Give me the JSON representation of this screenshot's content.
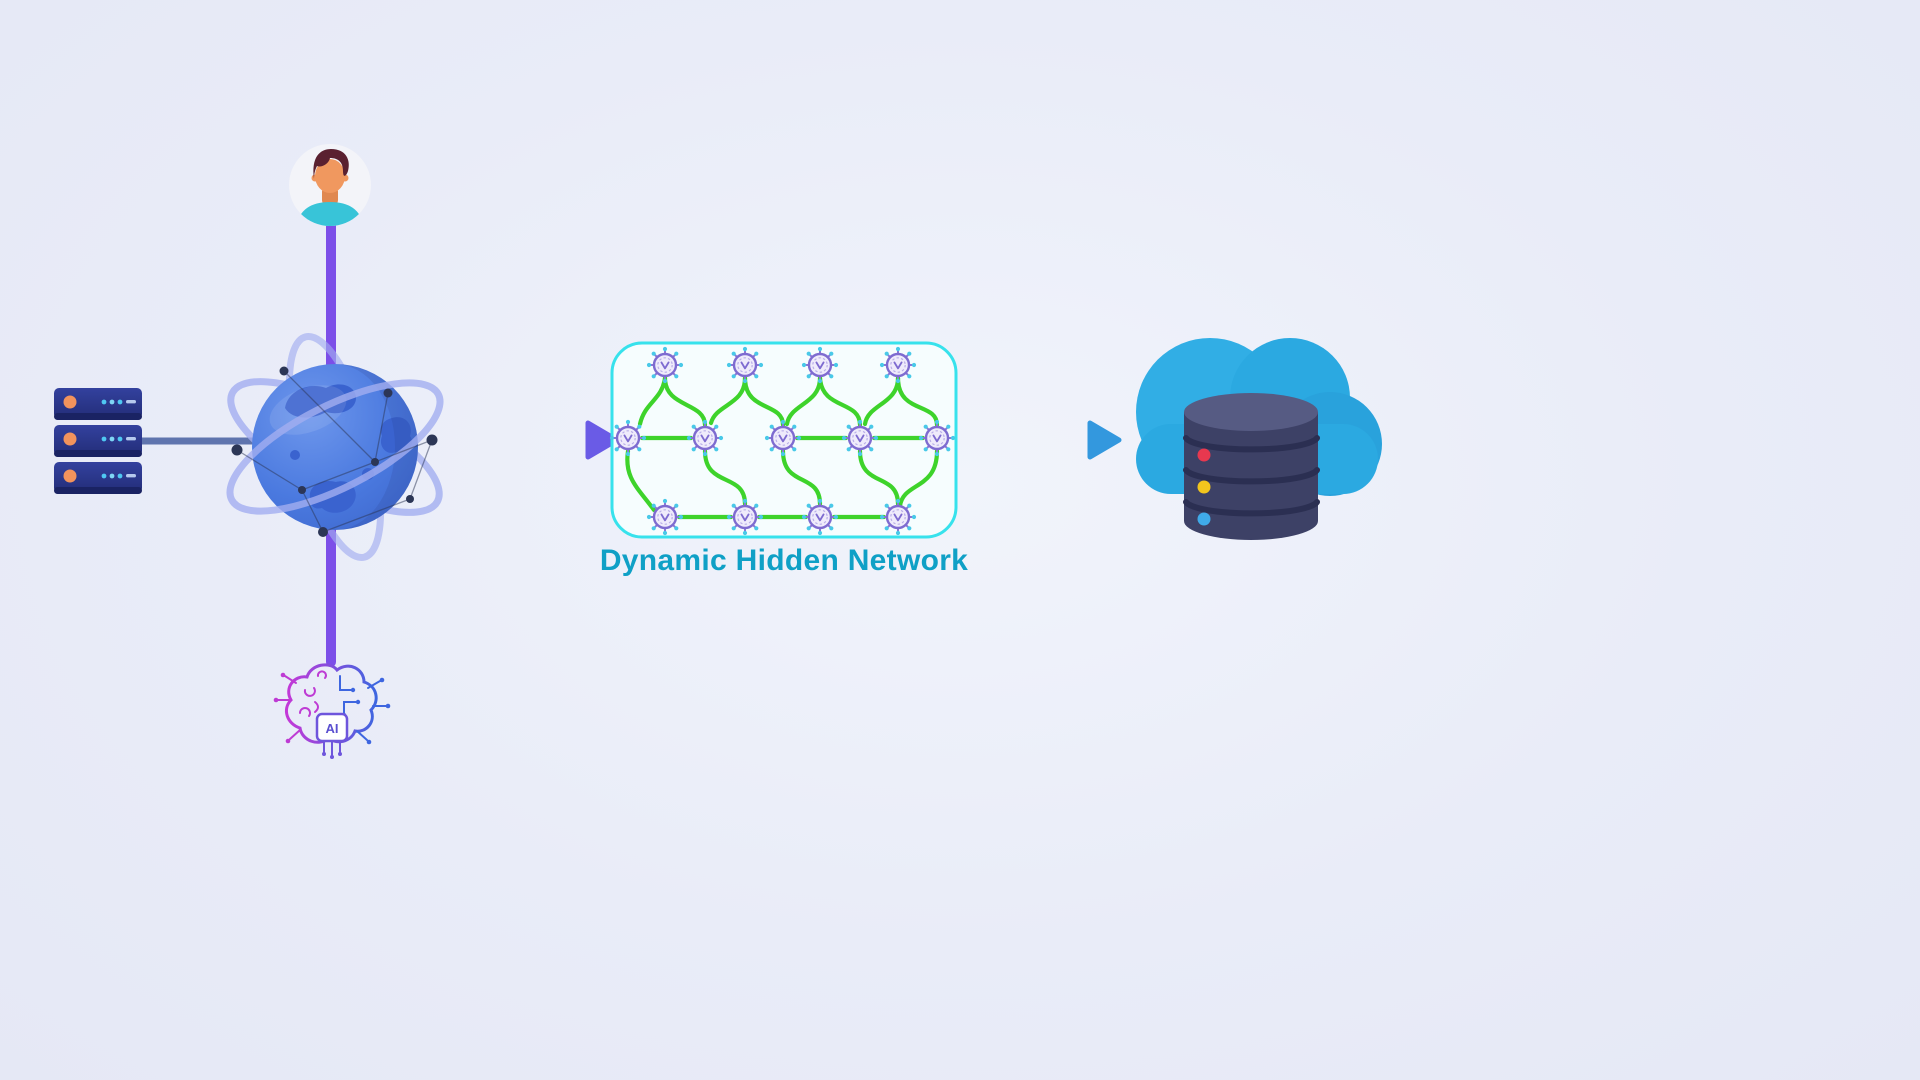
{
  "diagram": {
    "title": "Dynamic Hidden Network",
    "ai_chip_label": "AI",
    "network_box": {
      "node_rows_top_mid_bottom": [
        4,
        5,
        4
      ],
      "node_total": 13
    },
    "icons": {
      "server_rack": "server-rack-icon",
      "globe_network": "globe-network-icon",
      "user_avatar": "user-avatar-icon",
      "ai_brain_chip": "ai-brain-chip-icon",
      "network_node": "network-node-icon",
      "cloud": "cloud-icon",
      "database": "database-icon"
    },
    "colors": {
      "background": "#E9ECF8",
      "connector_purple": "#7C4FE8",
      "connector_slate_blue": "#5F74AE",
      "arrow_teal_to_indigo": [
        "#3EC3E6",
        "#6A5BE6"
      ],
      "arrow_indigo_to_blue": [
        "#5E62E8",
        "#3398DE"
      ],
      "network_box_border": "#37E2EC",
      "network_wire_green": "#3ED32B",
      "node_purple": "#7E6BD0",
      "node_tip_cyan": "#49C9E8",
      "title_teal": "#0FA0C6",
      "cloud_blue": "#2BA9E1",
      "database_navy": "#3D4166",
      "db_status_red": "#E8384F",
      "db_status_yellow": "#F2C51D",
      "db_status_blue": "#3FAAE8",
      "server_navy": "#2A3589",
      "server_led_orange": "#F2935C",
      "globe_blue": "#4A79DF",
      "orbit_lavender": "#A3AEF0"
    }
  }
}
